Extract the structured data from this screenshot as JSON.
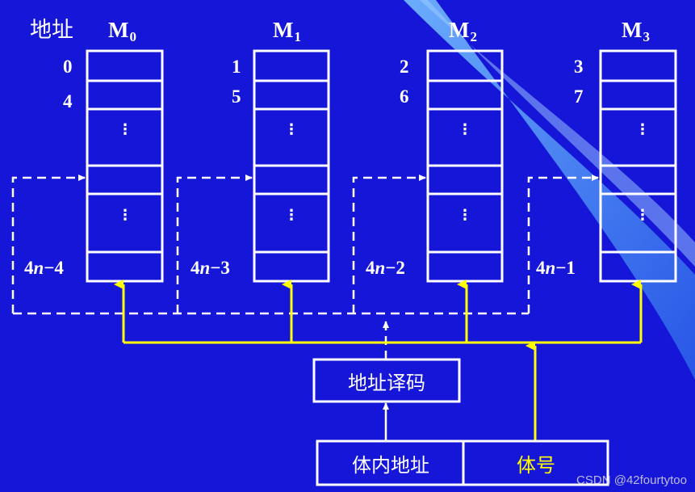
{
  "address_header": "地址",
  "modules": [
    {
      "letter": "M",
      "index": "0",
      "addr_first": "0",
      "addr_second": "4",
      "addr_last_prefix": "4",
      "addr_last_var": "n",
      "addr_last_suffix": "−4"
    },
    {
      "letter": "M",
      "index": "1",
      "addr_first": "1",
      "addr_second": "5",
      "addr_last_prefix": "4",
      "addr_last_var": "n",
      "addr_last_suffix": "−3"
    },
    {
      "letter": "M",
      "index": "2",
      "addr_first": "2",
      "addr_second": "6",
      "addr_last_prefix": "4",
      "addr_last_var": "n",
      "addr_last_suffix": "−2"
    },
    {
      "letter": "M",
      "index": "3",
      "addr_first": "3",
      "addr_second": "7",
      "addr_last_prefix": "4",
      "addr_last_var": "n",
      "addr_last_suffix": "−1"
    }
  ],
  "ellipsis": "⋮",
  "decoder_label": "地址译码",
  "register": {
    "inner_address": "体内地址",
    "bank_number": "体号"
  },
  "watermark": "CSDN @42fourtytoo",
  "colors": {
    "background": "#1616d8",
    "line": "#ffffff",
    "bus": "#ffff00",
    "swoosh": "#5aa0f0"
  }
}
